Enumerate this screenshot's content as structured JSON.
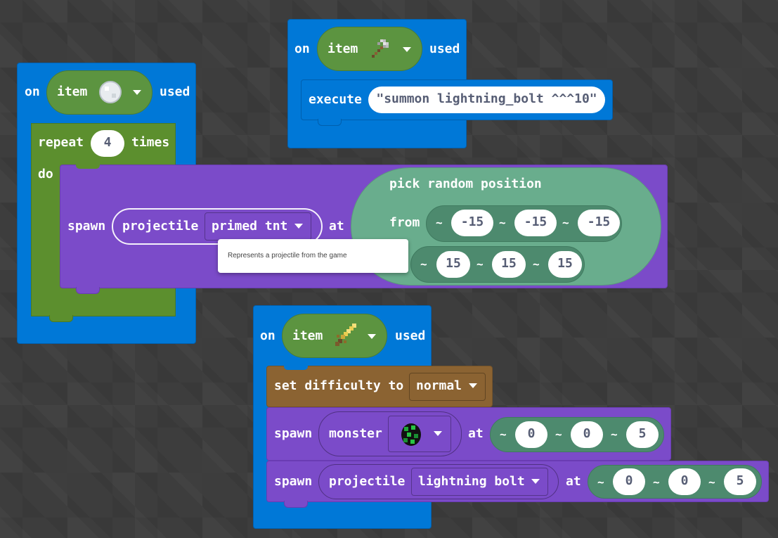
{
  "block1": {
    "on": "on",
    "item": "item",
    "used": "used",
    "item_icon": "snowball-icon",
    "repeat": "repeat",
    "times_value": "4",
    "times": "times",
    "do": "do",
    "spawn": "spawn",
    "projectile": "projectile",
    "projectile_value": "primed tnt",
    "at": "at",
    "pick_random_position": "pick random position",
    "from": "from",
    "from_values": [
      "-15",
      "-15",
      "-15"
    ],
    "to_values": [
      "15",
      "15",
      "15"
    ],
    "tooltip": "Represents a projectile from the game"
  },
  "block2": {
    "on": "on",
    "item": "item",
    "used": "used",
    "item_icon": "axe-icon",
    "execute": "execute",
    "command": "\"summon lightning_bolt ^^^10\""
  },
  "block3": {
    "on": "on",
    "item": "item",
    "used": "used",
    "item_icon": "golden-sword-icon",
    "set_difficulty": "set difficulty to",
    "difficulty": "normal",
    "spawn1": "spawn",
    "monster": "monster",
    "monster_icon": "creeper-egg-icon",
    "at1": "at",
    "pos1": [
      "0",
      "0",
      "5"
    ],
    "spawn2": "spawn",
    "projectile": "projectile",
    "projectile_value": "lightning bolt",
    "at2": "at",
    "pos2": [
      "0",
      "0",
      "5"
    ]
  },
  "colors": {
    "event_blue": "#0078d7",
    "loop_green": "#5c8f2e",
    "spawn_purple": "#7b4bc9",
    "gameplay_brown": "#8b6332",
    "position_green": "#66a88a"
  }
}
